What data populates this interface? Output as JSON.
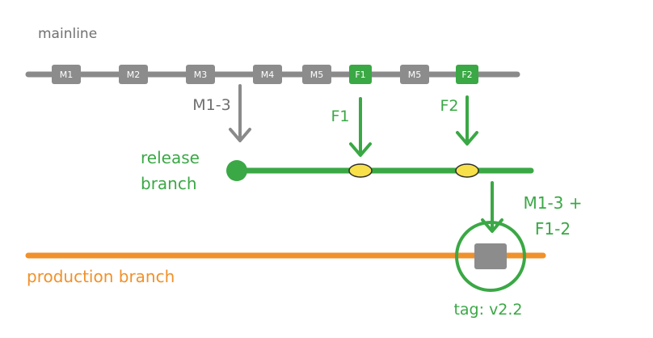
{
  "diagram": {
    "mainline_label": "mainline",
    "release_label_line1": "release",
    "release_label_line2": "branch",
    "production_label": "production branch",
    "tag_label": "tag: v2.2",
    "merge_label_line1": "M1-3 +",
    "merge_label_line2": "F1-2",
    "arrows": {
      "m1_3": "M1-3",
      "f1": "F1",
      "f2": "F2"
    },
    "mainline_commits": [
      {
        "label": "M1",
        "kind": "mainline"
      },
      {
        "label": "M2",
        "kind": "mainline"
      },
      {
        "label": "M3",
        "kind": "mainline"
      },
      {
        "label": "M4",
        "kind": "mainline"
      },
      {
        "label": "M5",
        "kind": "mainline"
      },
      {
        "label": "F1",
        "kind": "fix"
      },
      {
        "label": "M5",
        "kind": "mainline"
      },
      {
        "label": "F2",
        "kind": "fix"
      }
    ],
    "colors": {
      "mainline": "#8a8a8a",
      "mainline_commit": "#8c8c8c",
      "fix": "#3aa845",
      "release": "#3aa845",
      "production": "#f0912a",
      "cherry_pick": "#f7e04a",
      "tag_box": "#8c8c8c",
      "label_gray": "#6f6f6f"
    }
  }
}
